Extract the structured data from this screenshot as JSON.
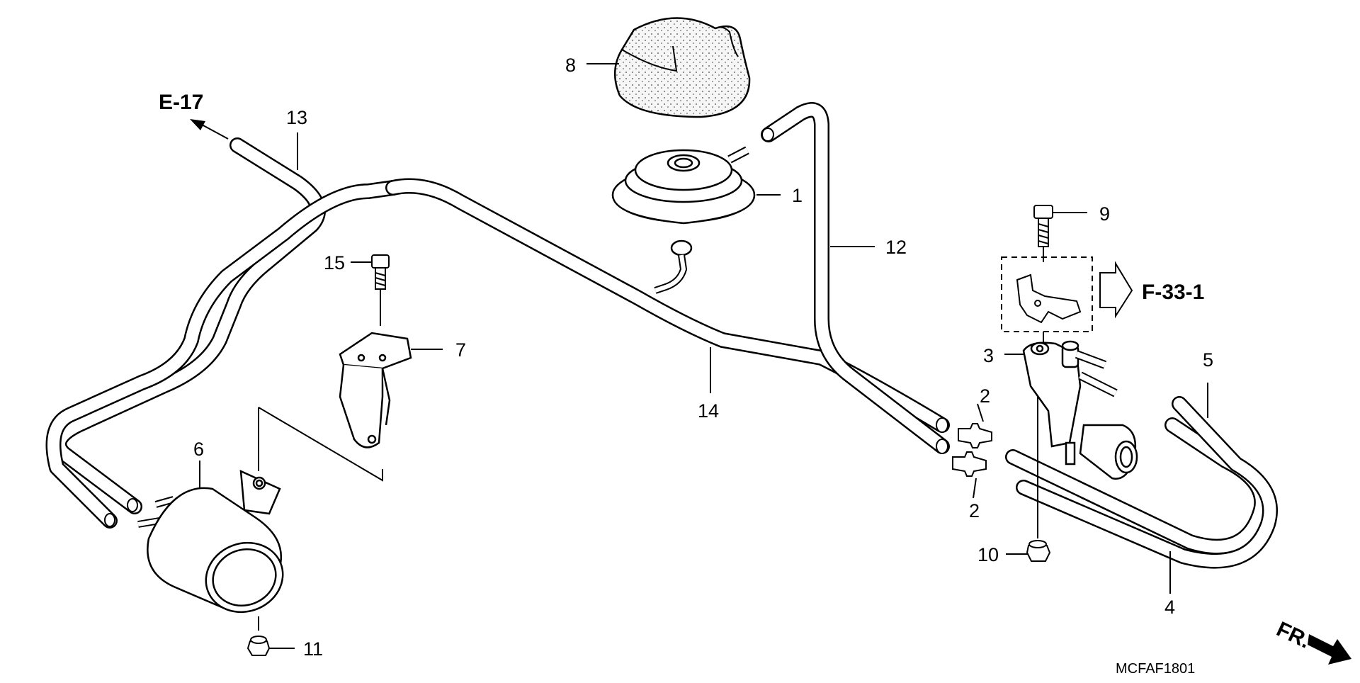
{
  "diagram": {
    "code": "MCFAF1801",
    "direction_label": "FR.",
    "refs": {
      "e17": "E-17",
      "f331": "F-33-1"
    },
    "callouts": {
      "c1": "1",
      "c2a": "2",
      "c2b": "2",
      "c3": "3",
      "c4": "4",
      "c5": "5",
      "c6": "6",
      "c7": "7",
      "c8": "8",
      "c9": "9",
      "c10": "10",
      "c11": "11",
      "c12": "12",
      "c13": "13",
      "c14": "14",
      "c15": "15"
    }
  }
}
